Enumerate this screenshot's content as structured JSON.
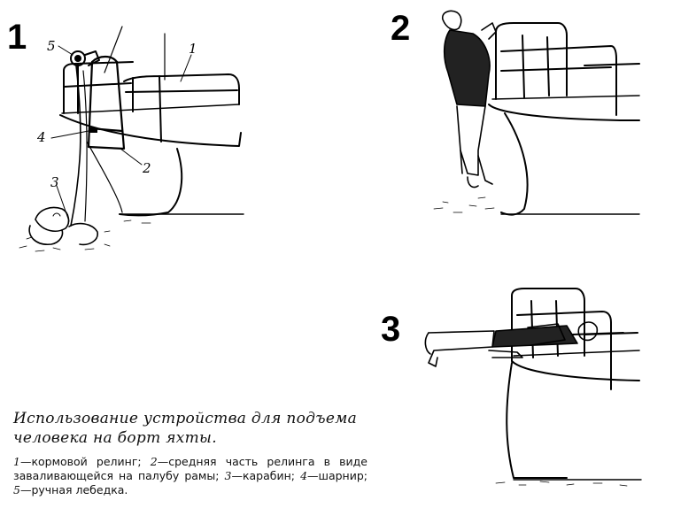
{
  "panels": {
    "one": "1",
    "two": "2",
    "three": "3"
  },
  "callouts": {
    "c1": "1",
    "c2": "2",
    "c3": "3",
    "c4": "4",
    "c5": "5"
  },
  "caption": {
    "title": "Использование устройства для подъема человека на борт яхты.",
    "legend": [
      {
        "key": "1",
        "text": "—кормовой релинг; "
      },
      {
        "key": "2",
        "text": "—средняя часть релинга в виде заваливающейся на палубу рамы; "
      },
      {
        "key": "3",
        "text": "—карабин; "
      },
      {
        "key": "4",
        "text": "—шарнир; "
      },
      {
        "key": "5",
        "text": "—ручная лебедка."
      }
    ]
  }
}
